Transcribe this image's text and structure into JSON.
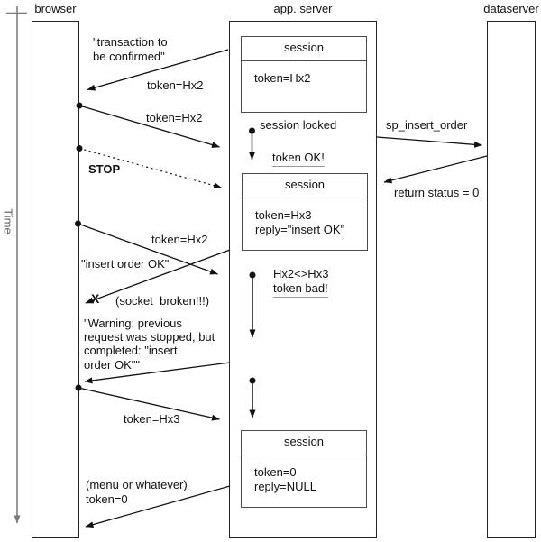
{
  "time_axis": {
    "label": "Time"
  },
  "lifelines": {
    "browser": "browser",
    "app_server": "app. server",
    "dataserver": "dataserver"
  },
  "sessions": {
    "box1": {
      "title": "session",
      "line1": "token=Hx2",
      "line2": ""
    },
    "box2": {
      "title": "session",
      "line1": "token=Hx3",
      "line2": "reply=\"insert OK\""
    },
    "box3": {
      "title": "session",
      "line1": "token=0",
      "line2": "reply=NULL"
    }
  },
  "notes": {
    "transaction": "\"transaction to\nbe confirmed\"",
    "token_hx2_reply": "token=Hx2",
    "token_hx2_send": "token=Hx2",
    "stop": "STOP",
    "token_hx2_resend": "token=Hx2",
    "insert_order_ok": "\"insert order OK\"",
    "socket_broken": "(socket  broken!!!)",
    "x_mark": "X",
    "session_locked": "session locked",
    "token_ok": "token OK!",
    "hx_compare": "Hx2<>Hx3",
    "token_bad": "token bad!",
    "warning": "\"Warning: previous\nrequest was stopped, but\ncompleted: \"insert\norder OK\"\"",
    "token_hx3": "token=Hx3",
    "menu": "(menu or whatever)\ntoken=0",
    "sp_insert_order": "sp_insert_order",
    "return_status": "return status = 0"
  },
  "colors": {
    "arrow": "#111111",
    "axis": "#7a7a7a",
    "session_border": "#4a4a4a",
    "lifeline_border": "#222222"
  }
}
